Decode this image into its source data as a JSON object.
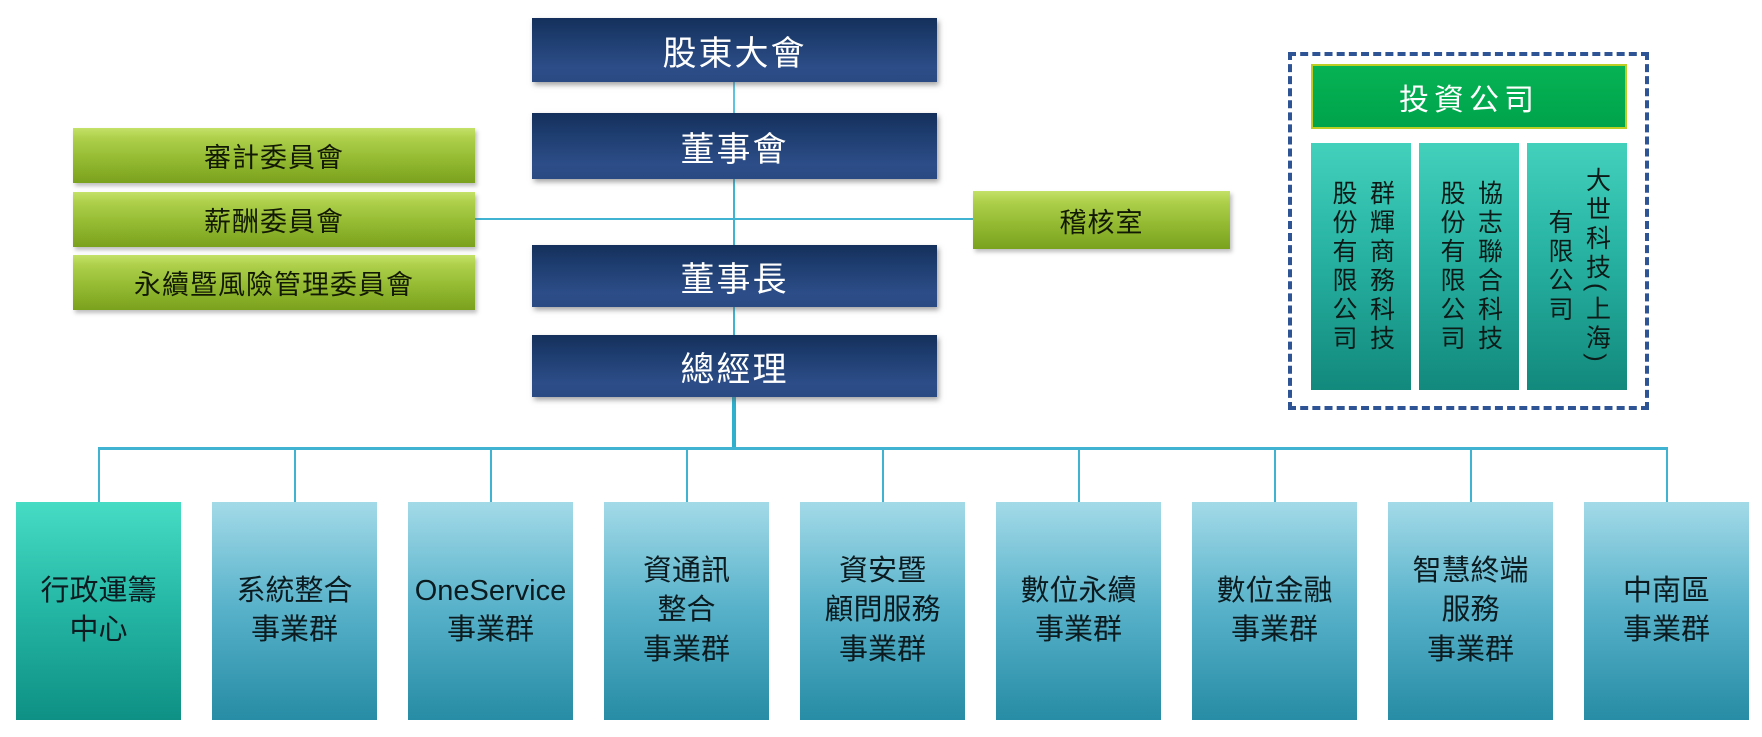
{
  "org_chart": {
    "top_nodes": {
      "shareholders": "股東大會",
      "board": "董事會",
      "chairman": "董事長",
      "president": "總經理"
    },
    "committees": [
      "審計委員會",
      "薪酬委員會",
      "永續暨風險管理委員會"
    ],
    "audit_office": "稽核室",
    "investment": {
      "title": "投資公司",
      "companies": [
        {
          "name": "群輝商務科技股份有限公司",
          "columns": [
            "群輝商務科技",
            "股份有限公司"
          ]
        },
        {
          "name": "協志聯合科技股份有限公司",
          "columns": [
            "協志聯合科技",
            "股份有限公司"
          ]
        },
        {
          "name": "大世科技(上海)有限公司",
          "columns": [
            "大世科技(上海)",
            "有限公司"
          ]
        }
      ]
    },
    "business_units": [
      "行政運籌\n中心",
      "系統整合\n事業群",
      "OneService\n事業群",
      "資通訊\n整合\n事業群",
      "資安暨\n顧問服務\n事業群",
      "數位永續\n事業群",
      "數位金融\n事業群",
      "智慧終端\n服務\n事業群",
      "中南區\n事業群"
    ],
    "colors": {
      "navy_node": "#2c4d88",
      "committee_green": "#95bb33",
      "investment_header_green": "#00a44b",
      "subsidiary_teal": "#27b2a2",
      "unit_blue": "#58b2ca",
      "unit_first_teal": "#25b7a5",
      "connector_line": "#3fb3d1",
      "dashed_frame": "#2f5496"
    }
  }
}
